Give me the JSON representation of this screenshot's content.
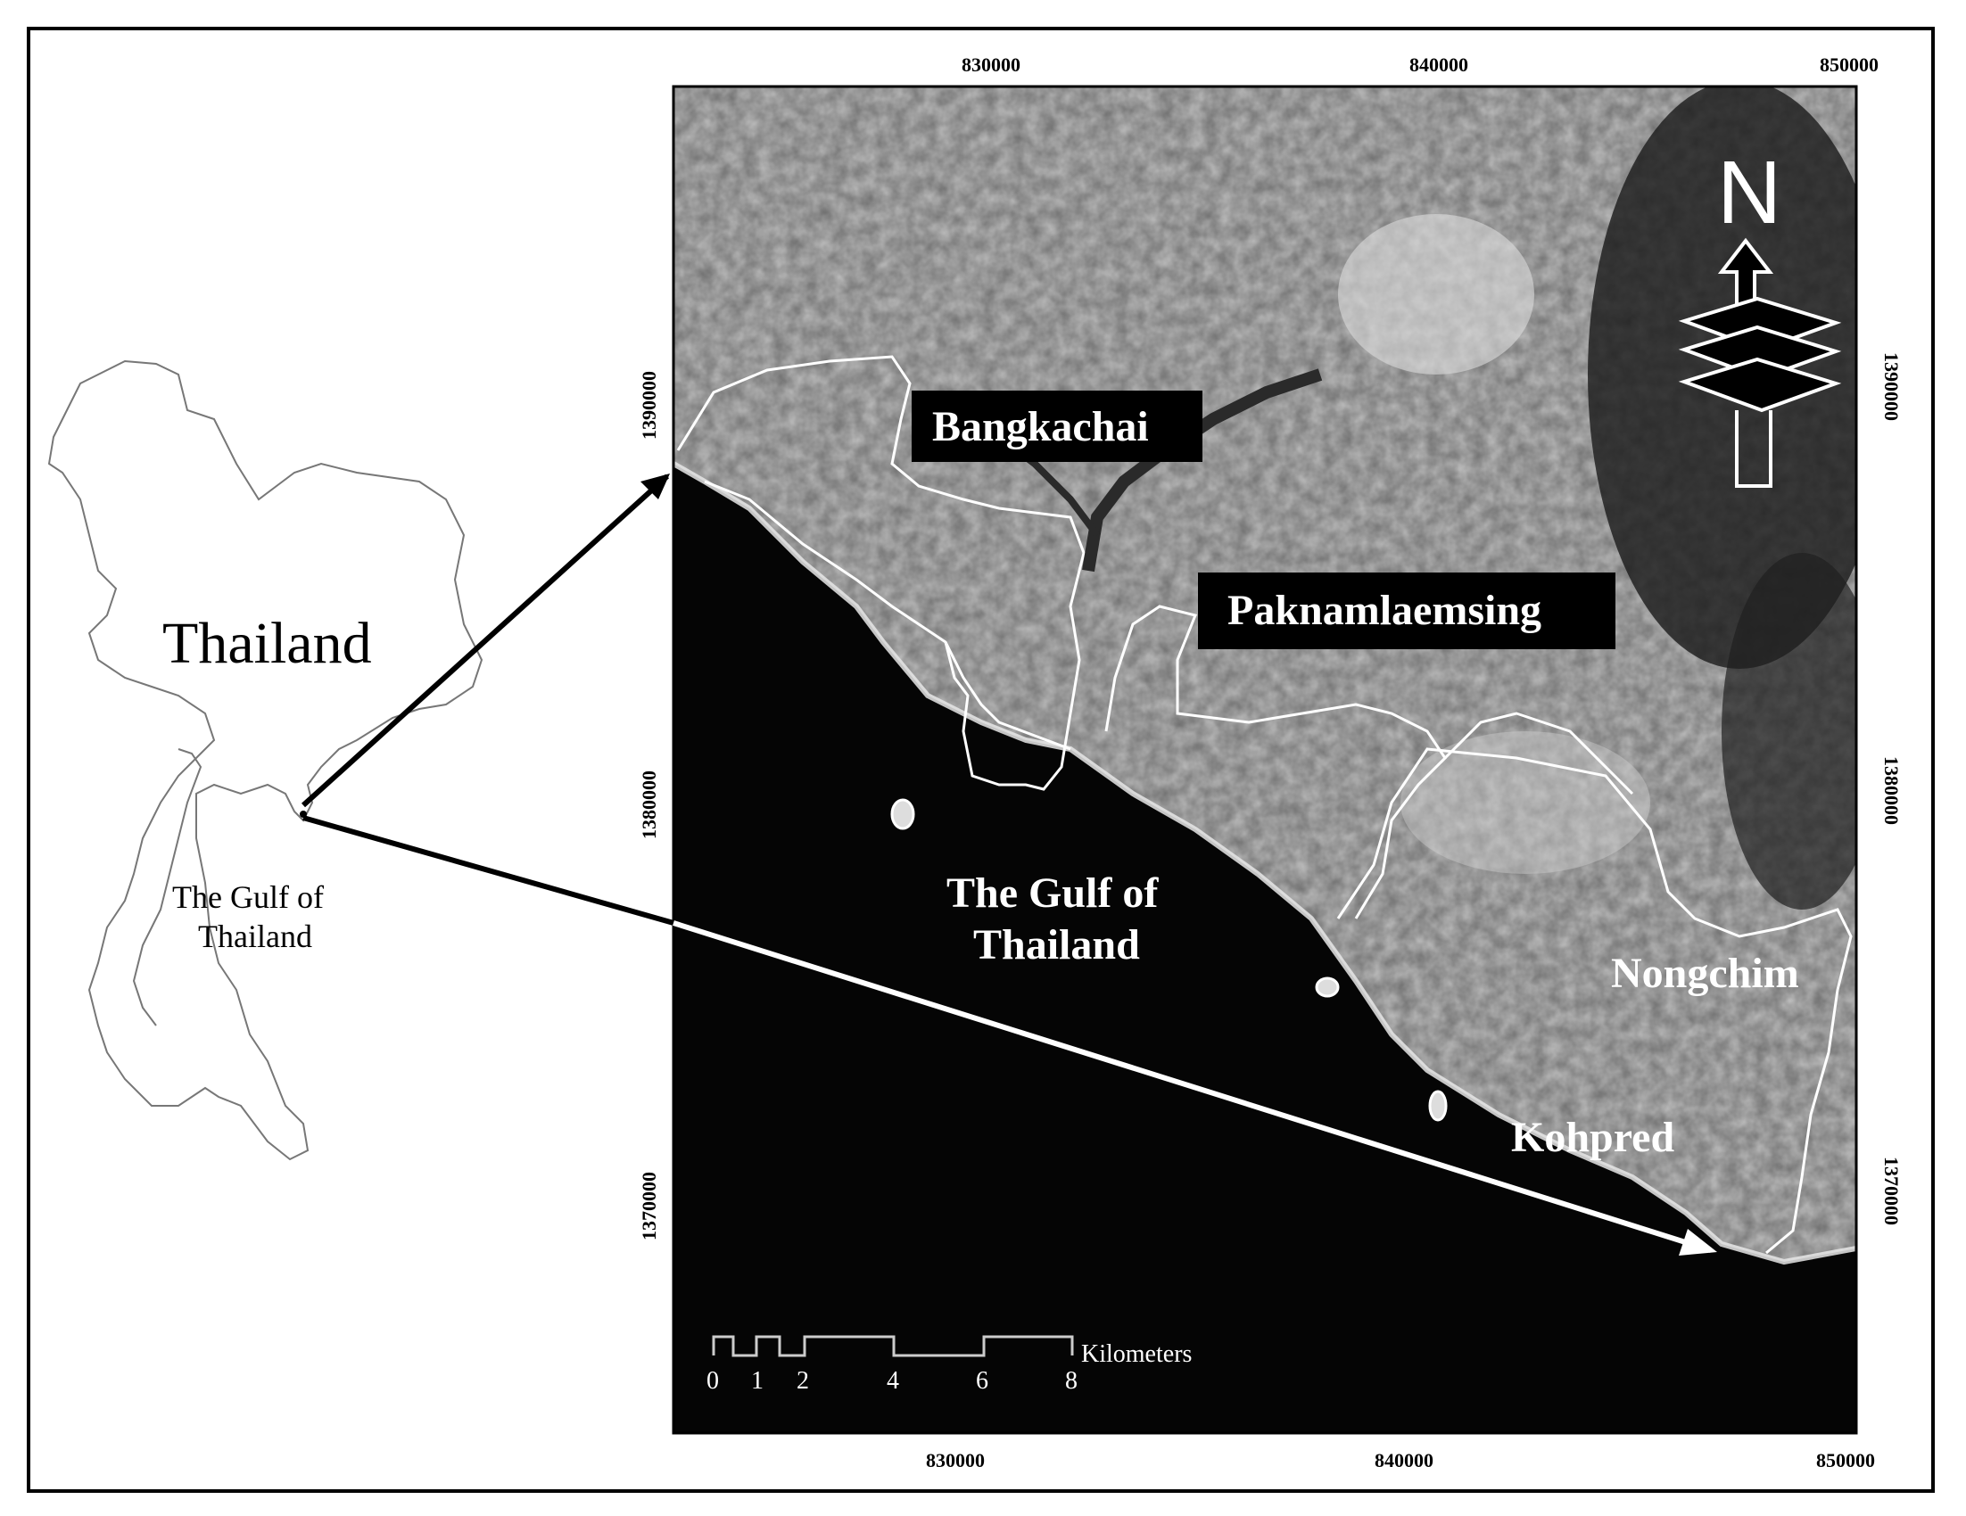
{
  "locator": {
    "country_label": "Thailand",
    "gulf_label_line1": "The Gulf of",
    "gulf_label_line2": "Thailand"
  },
  "satellite_map": {
    "place_labels": {
      "bangkachai": "Bangkachai",
      "paknamlaemsing": "Paknamlaemsing",
      "nongchim": "Nongchim",
      "kohpred": "Kohpred"
    },
    "sea_label_line1": "The Gulf of",
    "sea_label_line2": "Thailand",
    "x_ticks": [
      "830000",
      "840000",
      "850000"
    ],
    "y_ticks": [
      "1390000",
      "1380000",
      "1370000"
    ],
    "scale_bar": {
      "unit": "Kilometers",
      "ticks": [
        "0",
        "1",
        "2",
        "4",
        "6",
        "8"
      ]
    },
    "north_arrow_letter": "N",
    "colors": {
      "land": "#8a8a8a",
      "sea": "#050505",
      "boundary": "#ffffff"
    }
  }
}
